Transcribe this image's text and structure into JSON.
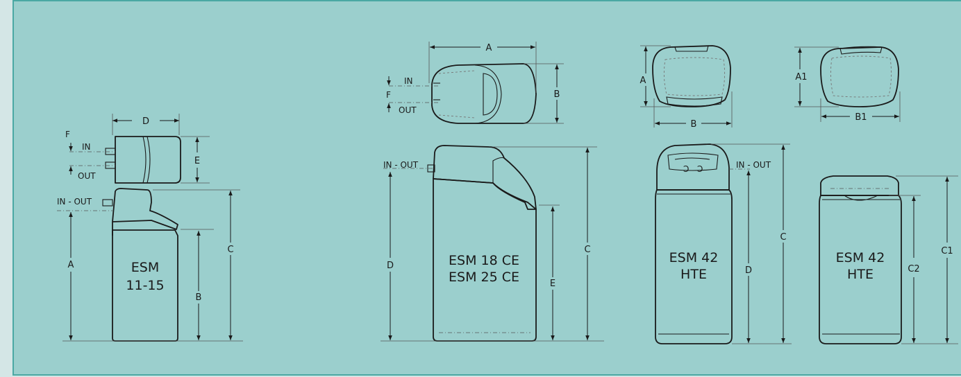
{
  "colors": {
    "panel_background": "#9bcfcd",
    "panel_border": "#4aa8a3",
    "page_background": "#d4e6e6",
    "line": "#1a1a1a"
  },
  "esm1115": {
    "model_line1": "ESM",
    "model_line2": "11-15",
    "label_d": "D",
    "label_e": "E",
    "label_f": "F",
    "label_in": "IN",
    "label_out": "OUT",
    "label_in_out": "IN - OUT",
    "label_a": "A",
    "label_b": "B",
    "label_c": "C"
  },
  "esm18": {
    "model_line1": "ESM 18 CE",
    "model_line2": "ESM 25 CE",
    "label_a": "A",
    "label_b": "B",
    "label_f": "F",
    "label_in": "IN",
    "label_out": "OUT",
    "label_in_out": "IN - OUT",
    "label_c": "C",
    "label_d": "D",
    "label_e": "E"
  },
  "esm42a": {
    "model_line1": "ESM 42",
    "model_line2": "HTE",
    "label_a": "A",
    "label_b": "B",
    "label_c": "C",
    "label_d": "D",
    "label_in_out": "IN - OUT"
  },
  "esm42b": {
    "model_line1": "ESM 42",
    "model_line2": "HTE",
    "label_a1": "A1",
    "label_b1": "B1",
    "label_c1": "C1",
    "label_c2": "C2"
  }
}
